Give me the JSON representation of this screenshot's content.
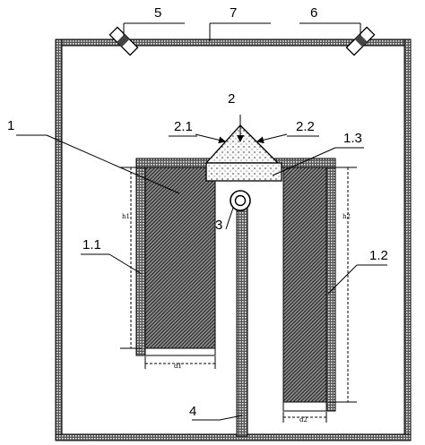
{
  "diagram": {
    "labels": {
      "body": "1",
      "body_left_chamber": "1.1",
      "body_right_chamber": "1.2",
      "body_bridge": "1.3",
      "hopper": "2",
      "hopper_left": "2.1",
      "hopper_right": "2.2",
      "tube": "3",
      "pipe": "4",
      "nozzle_left": "5",
      "nozzle_right": "6",
      "enclosure": "7"
    },
    "dimensions": {
      "h1": "h1",
      "h2": "h2",
      "d1": "d1",
      "d2": "d2"
    }
  }
}
